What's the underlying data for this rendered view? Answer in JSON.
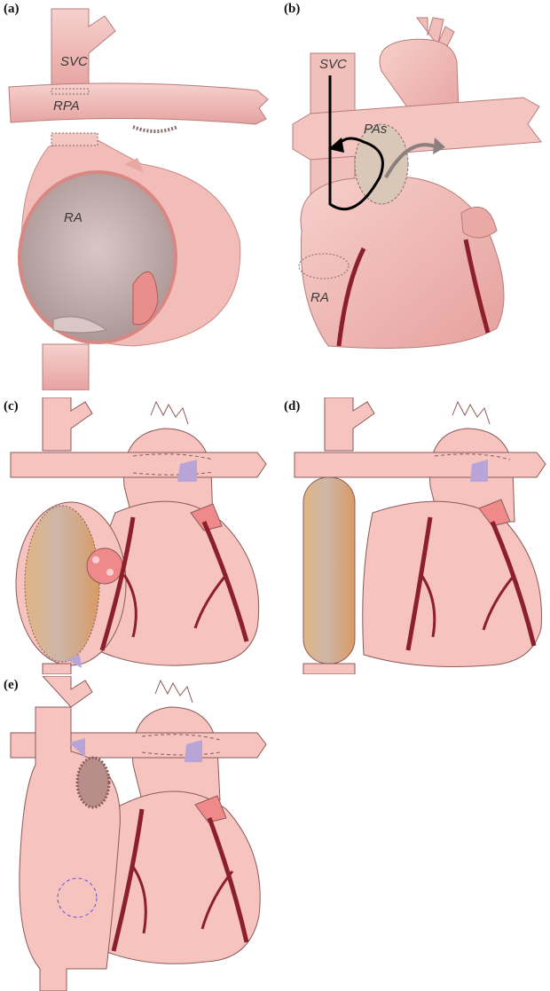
{
  "panels": {
    "a": {
      "label": "(a)",
      "svc": "SVC",
      "rpa": "RPA",
      "ra": "RA"
    },
    "b": {
      "label": "(b)",
      "svc": "SVC",
      "pas": "PAs",
      "ra": "RA"
    },
    "c": {
      "label": "(c)"
    },
    "d": {
      "label": "(d)"
    },
    "e": {
      "label": "(e)"
    }
  },
  "colors": {
    "tissue": "#f6c3bf",
    "tissue_shade": "#e7a29d",
    "outline": "#8a5a58",
    "artery": "#8c1f2c",
    "patch": "#c9a58e",
    "patch_edge": "#d79a6a",
    "lavender": "#b9a4d8",
    "dashed_circle": "#5b5bd6"
  }
}
